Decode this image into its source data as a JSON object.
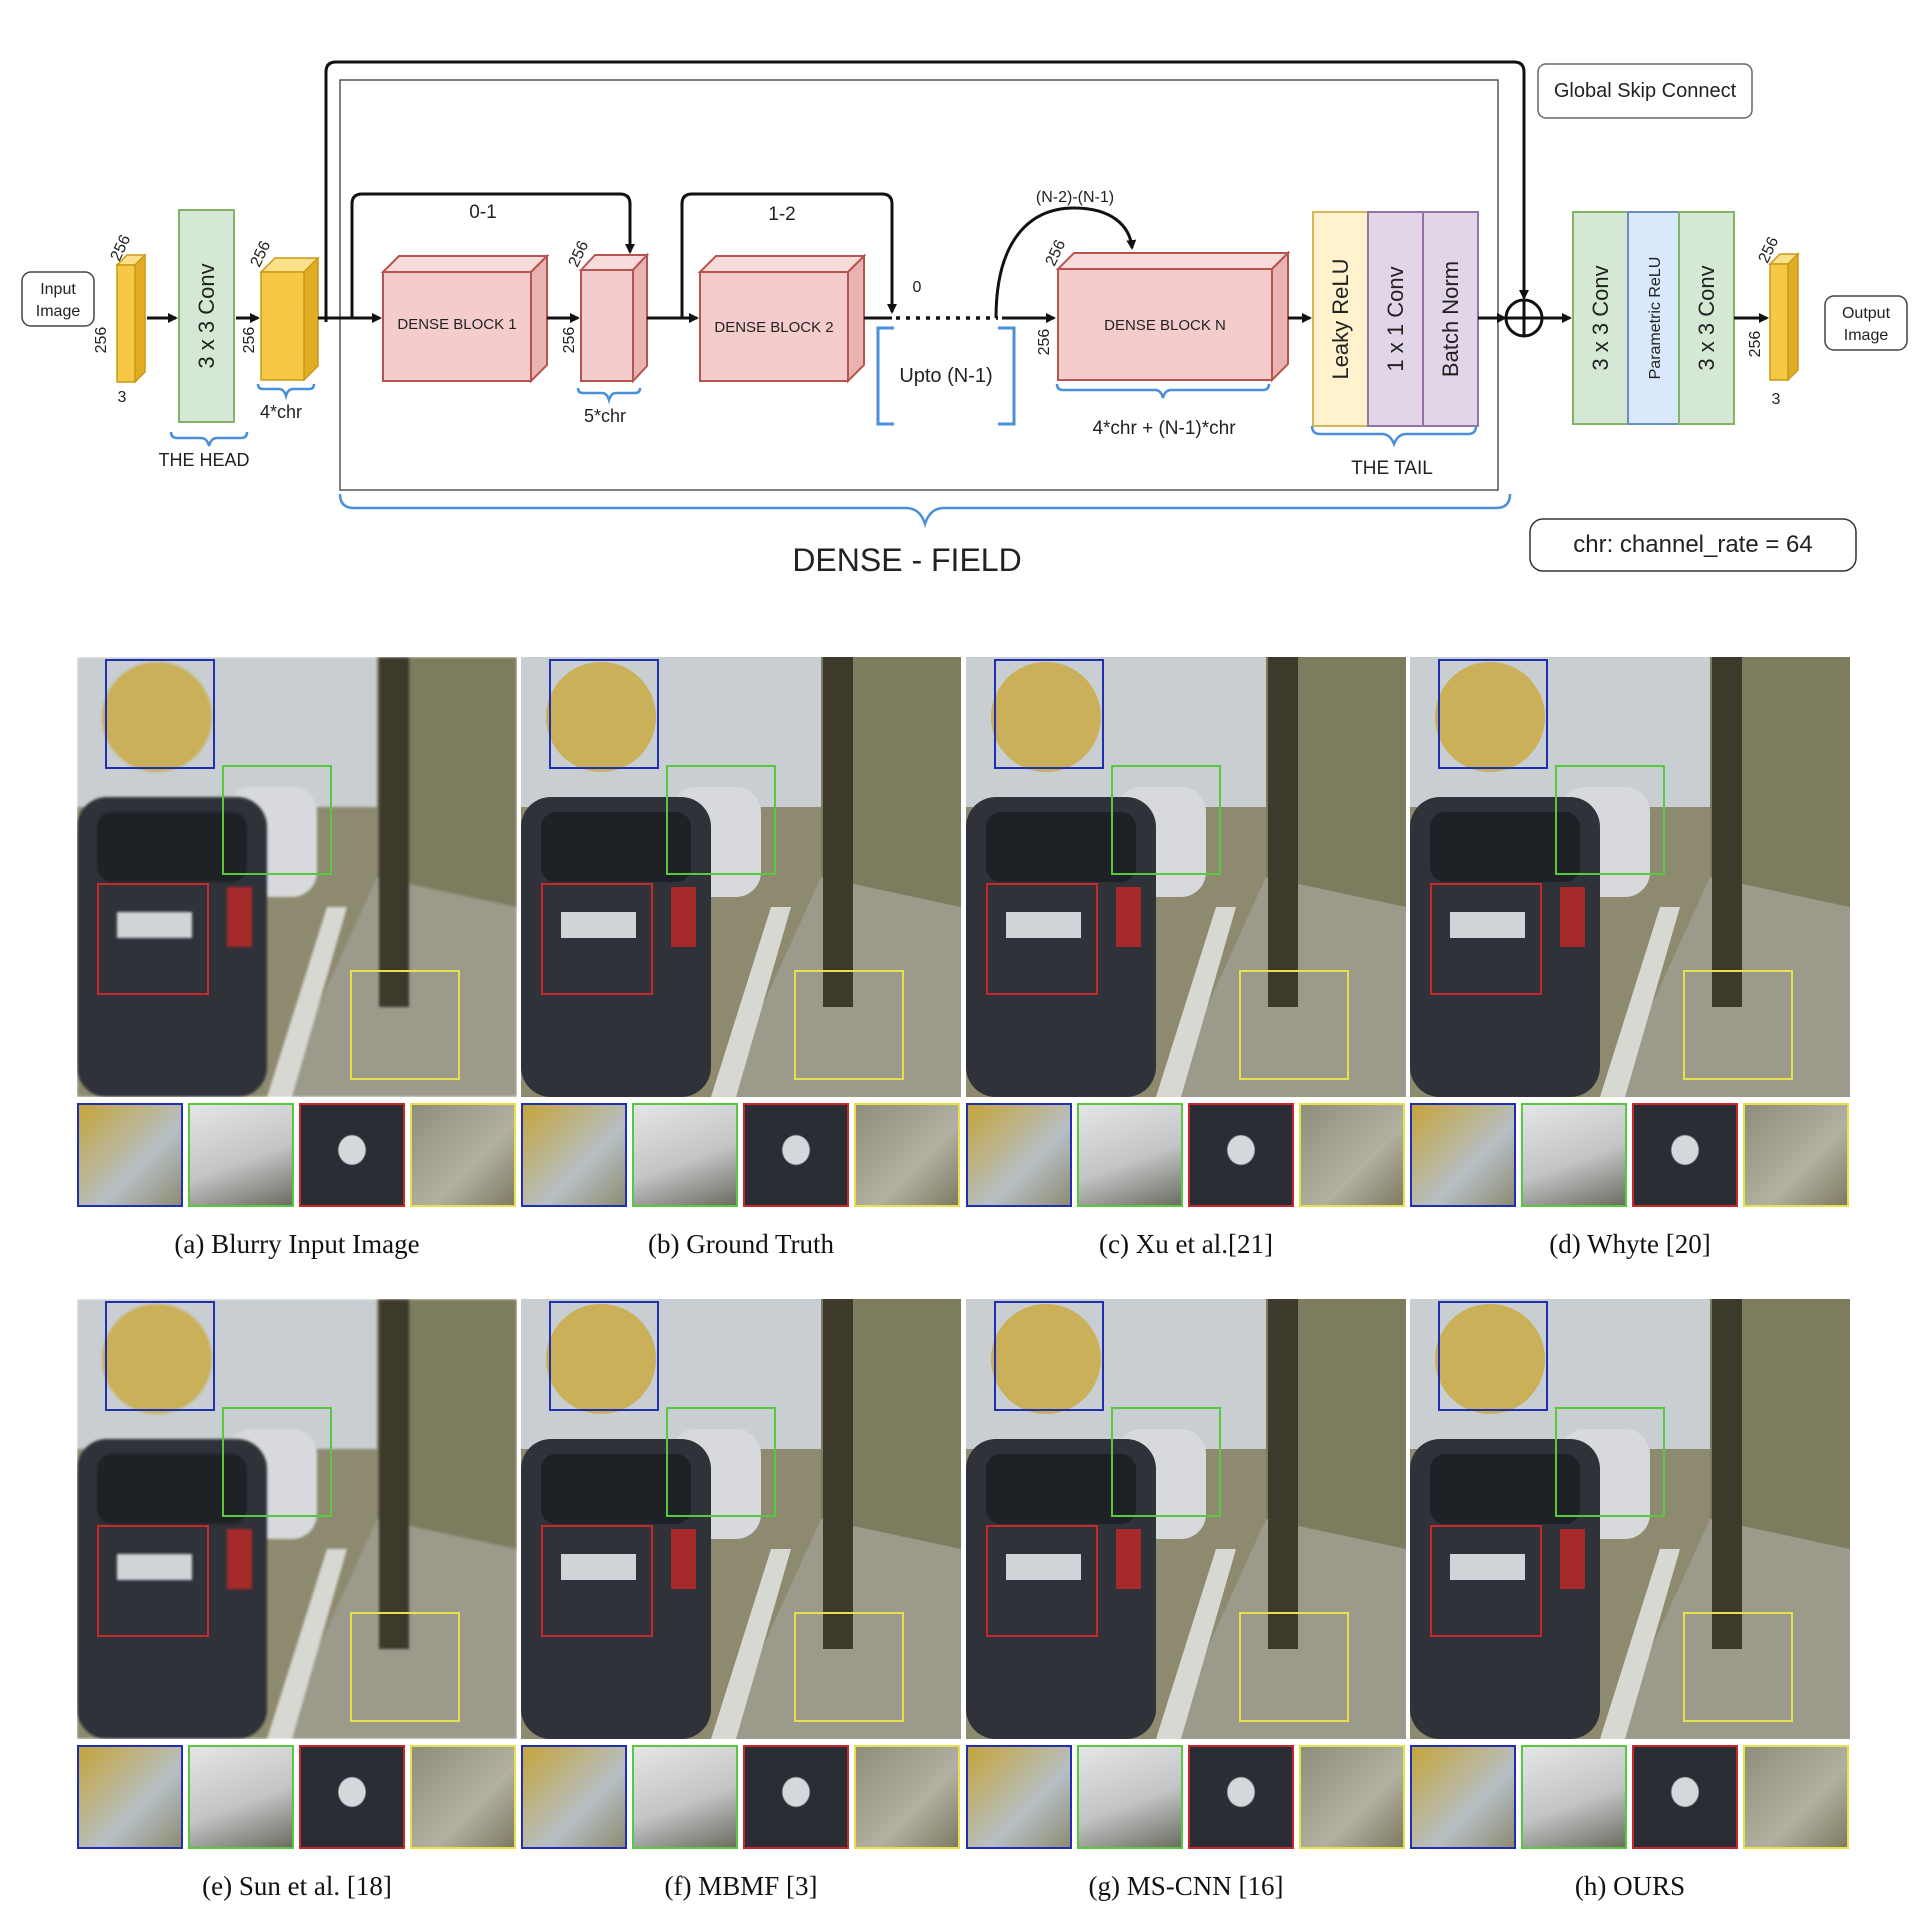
{
  "diagram": {
    "input_image": [
      "Input",
      "Image"
    ],
    "output_image": [
      "Output",
      "Image"
    ],
    "input_dims": {
      "h": "256",
      "w": "256",
      "c": "3"
    },
    "head": {
      "conv": "3 x 3 Conv",
      "label": "THE HEAD",
      "brace_label": "4*chr"
    },
    "feature_dims": {
      "h": "256",
      "w": "256"
    },
    "dense_blocks": [
      "DENSE BLOCK 1",
      "DENSE BLOCK 2",
      "DENSE BLOCK N"
    ],
    "block_dims": {
      "h": "256",
      "w": "256"
    },
    "skip_labels": [
      "0-1",
      "1-2",
      "(N-2)-(N-1)",
      "0"
    ],
    "block1_out": "5*chr",
    "upto": "Upto (N-1)",
    "blockN_out": "4*chr + (N-1)*chr",
    "tail": {
      "layers": [
        "Leaky ReLU",
        "1 x 1 Conv",
        "Batch Norm"
      ],
      "label": "THE TAIL"
    },
    "dense_field_label": "DENSE - FIELD",
    "global_skip": "Global Skip Connect",
    "post": [
      "3 x 3 Conv",
      "Parametric ReLU",
      "3 x 3 Conv"
    ],
    "output_dims": {
      "h": "256",
      "w": "256",
      "c": "3"
    },
    "note": "chr: channel_rate = 64"
  },
  "colors": {
    "feature_map": "#f7c843",
    "dense_block": "#f4cccc",
    "dense_block_border": "#b85450",
    "conv": "#d5e8d4",
    "conv_border": "#82b366",
    "leaky_relu": "#fff2cc",
    "leaky_relu_border": "#d6b656",
    "purple": "#e1d5e7",
    "purple_border": "#9673a6",
    "prelu": "#dae8fc",
    "prelu_border": "#6c8ebf",
    "brace": "#4a90d9",
    "zoom_blue": "#1f2fb0",
    "zoom_green": "#58c93e",
    "zoom_red": "#c8282c",
    "zoom_yellow": "#e6e04a"
  },
  "panels": [
    {
      "caption": "(a)  Blurry Input Image"
    },
    {
      "caption": "(b)  Ground Truth"
    },
    {
      "caption": "(c)  Xu et al.[21]"
    },
    {
      "caption": "(d)  Whyte [20]"
    },
    {
      "caption": "(e)  Sun et al. [18]"
    },
    {
      "caption": "(f)  MBMF [3]"
    },
    {
      "caption": "(g)  MS-CNN [16]"
    },
    {
      "caption": "(h)  OURS"
    }
  ]
}
